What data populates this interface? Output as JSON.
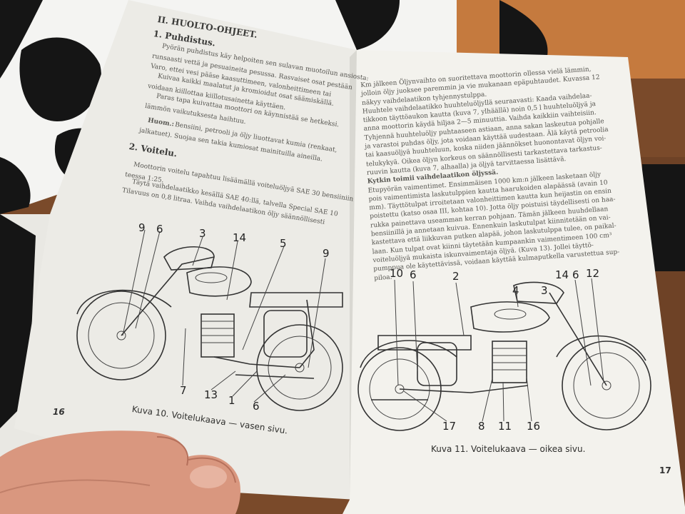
{
  "left_page": {
    "section_heading": "II. HUOLTO-OHJEET.",
    "subsection_1": "1. Puhdistus.",
    "subsection_1_lines": [
      "Pyörän puhdistus käy helpoiten sen sulavan muotoilun ansiosta:",
      "runsaasti vettä ja pesuaineita pesussa. Rasvaiset osat pestään",
      "Varo, ettei vesi pääse kaasuttimeen, valonheittimeen tai",
      "Kuivaa kaikki maalatut ja kromioidut osat säämiskällä.",
      "voidaan kiillottaa kiillotusainetta käyttäen.",
      "Paras tapa kuivattaa moottori on käynnistää se hetkeksi.",
      "lämmön vaikutuksesta haihtuu."
    ],
    "note_label": "Huom.:",
    "note_lines": [
      "Bensiini, petrooli ja öljy liuottavat kumia (renkaat,",
      "jalkatuet). Suojaa sen takia kumiosat mainituilla aineilla."
    ],
    "subsection_2": "2. Voitelu.",
    "subsection_2_lines": [
      "Moottorin voitelu tapahtuu lisäämällä voiteluöljyä SAE 30 bensiiniin",
      "teessa 1:25.",
      "Täytä vaihdelaatikko kesällä SAE 40:llä, talvella Special SAE 10",
      "Tilavuus on 0,8 litraa. Vaihda vaihdelaatikon öljy säännöllisesti"
    ],
    "callouts_top": [
      "9",
      "6",
      "3",
      "14",
      "5",
      "9"
    ],
    "callouts_bottom": [
      "7",
      "13",
      "1",
      "6"
    ],
    "caption": "Kuva 10. Voitelukaava — vasen sivu.",
    "page_number": "16"
  },
  "right_page": {
    "text_lines": [
      "Km jälkeen Öljynvaihto on suoritettava moottorin ollessa vielä lämmin,",
      "jolloin öljy juoksee paremmin ja vie mukanaan epäpuhtaudet. Kuvassa 12",
      "näkyy vaihdelaatikon tyhjennystulppa.",
      "Huuhtele vaihdelaatikko huuhteluöljyllä seuraavasti: Kaada vaihdelaa-",
      "tikkoon täyttöaukon kautta (kuva 7, ylhäällä) noin 0,5 l huuhteluöljyä ja",
      "anna moottorin käydä hiljaa 2—5 minuuttia. Vaihda kaikkiin vaihteisiin.",
      "Tyhjennä huuhteluöljy puhtaaseen astiaan, anna sakan laskeutua pohjalle",
      "ja varastoi puhdas öljy, jota voidaan käyttää uudestaan. Älä käytä petroolia",
      "tai kaasuöljyä huuhteluun, koska niiden jäännökset huonontavat öljyn voi-",
      "telukykyä. Oikea öljyn korkeus on säännöllisesti tarkastettava tarkastus-",
      "ruuvin kautta (kuva 7, alhaalla) ja öljyä tarvittaessa lisättävä.",
      "Kytkin toimii vaihdelaatikon öljyssä.",
      "Etupyörän vaimentimet. Ensimmäisen 1000 km:n jälkeen lasketaan öljy",
      "pois vaimentimista laskutulppien kautta haarukoiden alapäässä (avain 10",
      "mm). Täyttötulpat irroitetaan valonheittimen kautta kun heijastin on ensin",
      "poistettu (katso osaa III, kohtaa 10). Jotta öljy poistuisi täydellisesti on haa-",
      "rukka painettava useamman kerran pohjaan. Tämän jälkeen huuhdellaan",
      "bensiinillä ja annetaan kuivua. Ennenkuin laskutulpat kiinnitetään on vai-",
      "kastettava että liikkuvan putken alapää, johon laskutulppa tulee, on paikal-",
      "laan. Kun tulpat ovat kiinni täytetään kumpaankin vaimentimeen 100 cm³",
      "voiteluöljyä mukaista iskunvaimentaja öljyä. (Kuva 13). Jollei täyttö-",
      "pumppua ole käytettävissä, voidaan käyttää kulmaputkella varustettua sup-",
      "piloa."
    ],
    "callouts_top": [
      "10",
      "6",
      "2",
      "4",
      "3",
      "14",
      "6",
      "12"
    ],
    "callouts_bottom": [
      "17",
      "8",
      "11",
      "16"
    ],
    "caption": "Kuva 11. Voitelukaava — oikea sivu.",
    "page_number": "17"
  },
  "colors": {
    "table_wood": "#7a4a2a",
    "cloth_white": "#f4f4f2",
    "cloth_black": "#151515",
    "paper": "#f0efea",
    "ink": "#333333",
    "skin": "#d99a86"
  }
}
